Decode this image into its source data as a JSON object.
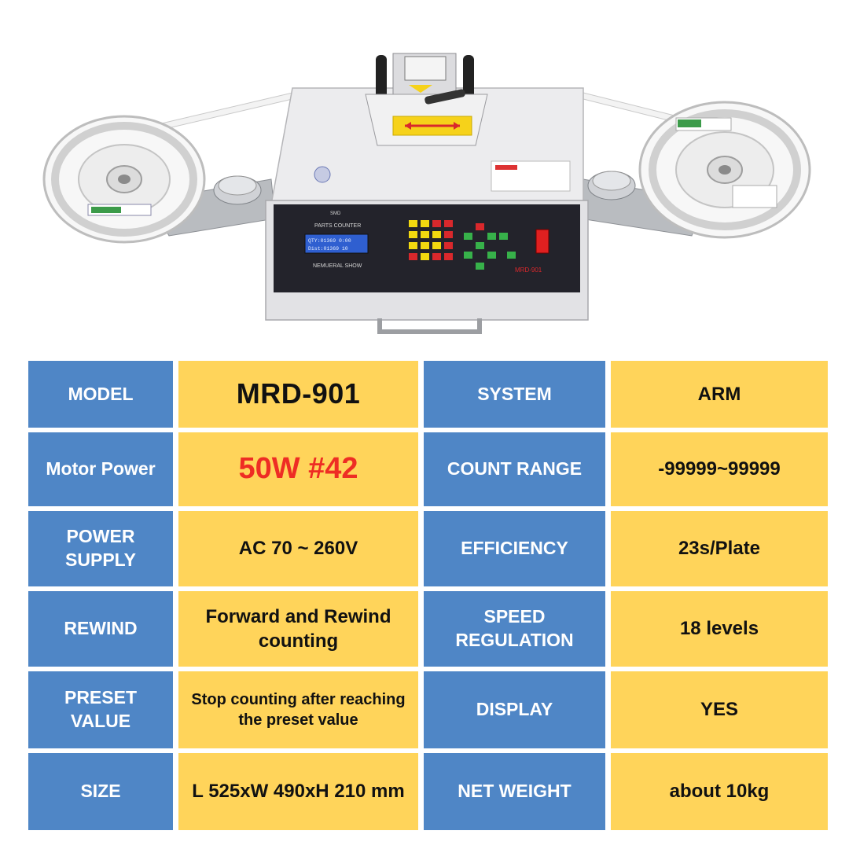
{
  "machine": {
    "model_plate": "MRD-901",
    "panel_title": "PARTS COUNTER",
    "display_caption": "NEMUERAL SHOW",
    "lcd_line1": "QTY:01369 0:00",
    "lcd_line2": "Dist:01369   10",
    "colors": {
      "body": "#e9e9eb",
      "panel": "#23232b",
      "lcd": "#2f5fd0",
      "key_yellow": "#f2d90f",
      "key_green": "#37b14a",
      "key_red": "#d9282c",
      "switch": "#e02020"
    }
  },
  "specs": [
    {
      "label": "MODEL",
      "value": "MRD-901",
      "label2": "SYSTEM",
      "value2": "ARM"
    },
    {
      "label": "Motor Power",
      "value": "50W #42",
      "label2": "COUNT RANGE",
      "value2": "-99999~99999"
    },
    {
      "label": "POWER SUPPLY",
      "value": "AC 70 ~ 260V",
      "label2": "EFFICIENCY",
      "value2": "23s/Plate"
    },
    {
      "label": "REWIND",
      "value": "Forward and Rewind counting",
      "label2": "SPEED REGULATION",
      "value2": "18 levels"
    },
    {
      "label": "PRESET VALUE",
      "value": "Stop counting after reaching the preset value",
      "label2": "DISPLAY",
      "value2": "YES"
    },
    {
      "label": "SIZE",
      "value": "L 525xW 490xH 210 mm",
      "label2": "NET WEIGHT",
      "value2": "about 10kg"
    }
  ],
  "colors": {
    "label_bg": "#4f86c6",
    "value_bg": "#ffd45a",
    "highlight_text": "#ee2d24"
  }
}
